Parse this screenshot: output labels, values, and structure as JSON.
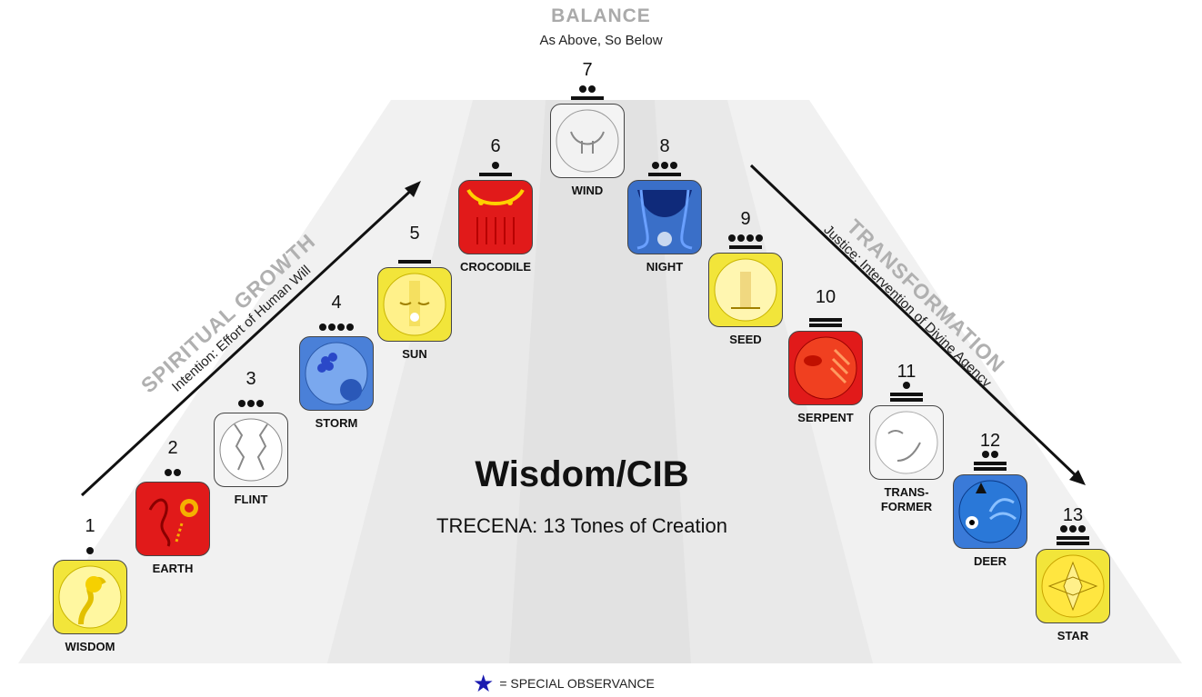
{
  "header": {
    "title": "BALANCE",
    "subtitle": "As Above, So Below"
  },
  "left_arrow": {
    "title": "SPIRITUAL GROWTH",
    "subtitle": "Intention: Effort of Human Will"
  },
  "right_arrow": {
    "title": "TRANSFORMATION",
    "subtitle": "Justice: Intervention of Divine Agency"
  },
  "center": {
    "title": "Wisdom/CIB",
    "subtitle": "TRECENA: 13 Tones of Creation"
  },
  "legend": {
    "symbol": "★",
    "text": "= SPECIAL OBSERVANCE",
    "symbol_color": "#1a1ab0"
  },
  "signs": [
    {
      "number": "1",
      "name": "WISDOM",
      "dots": 1,
      "bars": 0,
      "color": "#f2e53a",
      "icon": "wisdom-glyph-icon"
    },
    {
      "number": "2",
      "name": "EARTH",
      "dots": 2,
      "bars": 0,
      "color": "#e11a1a",
      "icon": "earth-glyph-icon"
    },
    {
      "number": "3",
      "name": "FLINT",
      "dots": 3,
      "bars": 0,
      "color": "#f4f4f4",
      "icon": "flint-glyph-icon"
    },
    {
      "number": "4",
      "name": "STORM",
      "dots": 4,
      "bars": 0,
      "color": "#4a80d8",
      "icon": "storm-glyph-icon"
    },
    {
      "number": "5",
      "name": "SUN",
      "dots": 0,
      "bars": 1,
      "color": "#f2e53a",
      "icon": "sun-glyph-icon"
    },
    {
      "number": "6",
      "name": "CROCODILE",
      "dots": 1,
      "bars": 1,
      "color": "#e11a1a",
      "icon": "crocodile-glyph-icon"
    },
    {
      "number": "7",
      "name": "WIND",
      "dots": 2,
      "bars": 1,
      "color": "#f4f4f4",
      "icon": "wind-glyph-icon"
    },
    {
      "number": "8",
      "name": "NIGHT",
      "dots": 3,
      "bars": 1,
      "color": "#3a6fc8",
      "icon": "night-glyph-icon"
    },
    {
      "number": "9",
      "name": "SEED",
      "dots": 4,
      "bars": 1,
      "color": "#f2e53a",
      "icon": "seed-glyph-icon"
    },
    {
      "number": "10",
      "name": "SERPENT",
      "dots": 0,
      "bars": 2,
      "color": "#e11a1a",
      "icon": "serpent-glyph-icon"
    },
    {
      "number": "11",
      "name": "TRANS-\nFORMER",
      "dots": 1,
      "bars": 2,
      "color": "#f4f4f4",
      "icon": "transformer-glyph-icon"
    },
    {
      "number": "12",
      "name": "DEER",
      "dots": 2,
      "bars": 2,
      "color": "#3a7ad8",
      "icon": "deer-glyph-icon"
    },
    {
      "number": "13",
      "name": "STAR",
      "dots": 3,
      "bars": 2,
      "color": "#f2e53a",
      "icon": "star-glyph-icon"
    }
  ]
}
